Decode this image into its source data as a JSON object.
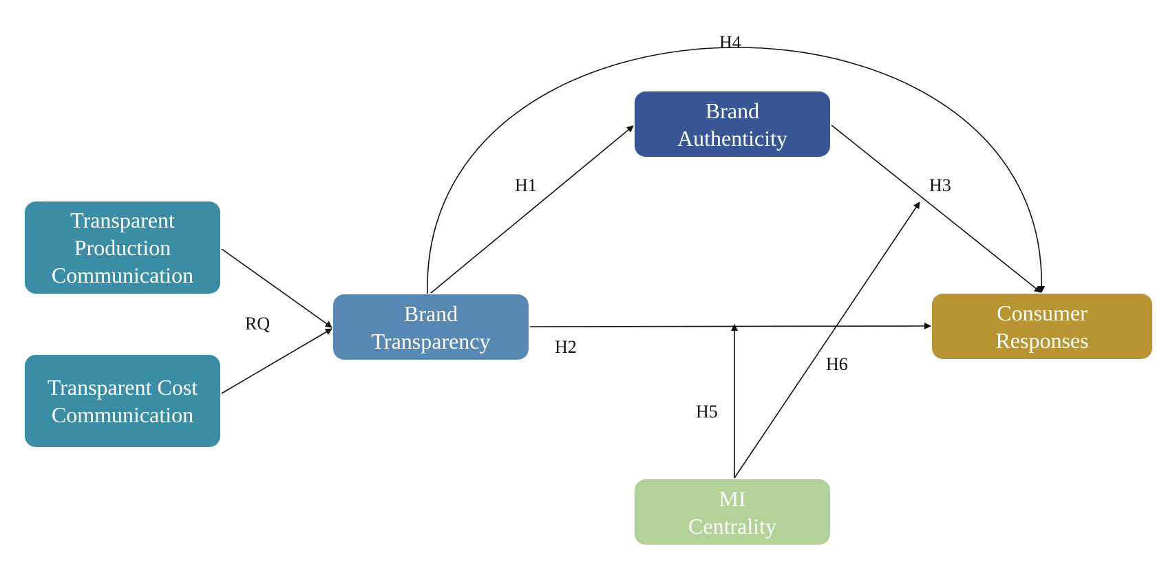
{
  "colors": {
    "transparent_production": "#3a8da4",
    "transparent_cost": "#3a8da4",
    "brand_transparency": "#5688b3",
    "brand_authenticity": "#385695",
    "consumer_responses": "#b89432",
    "mi_centrality": "#b2d197",
    "arrow": "#111111"
  },
  "nodes": {
    "transparent_production": "Transparent\nProduction\nCommunication",
    "transparent_cost": "Transparent Cost\nCommunication",
    "brand_transparency": "Brand\nTransparency",
    "brand_authenticity": "Brand\nAuthenticity",
    "consumer_responses": "Consumer\nResponses",
    "mi_centrality": "MI\nCentrality"
  },
  "edges": {
    "rq": "RQ",
    "h1": "H1",
    "h2": "H2",
    "h3": "H3",
    "h4": "H4",
    "h5": "H5",
    "h6": "H6"
  }
}
